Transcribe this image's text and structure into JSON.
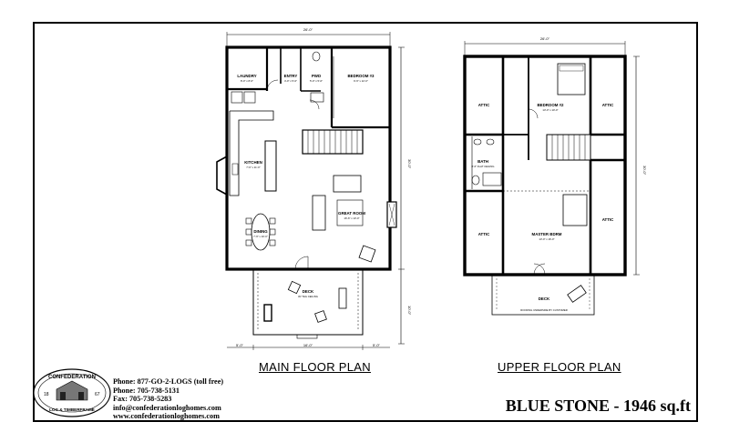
{
  "main_plan": {
    "title": "MAIN FLOOR PLAN",
    "rooms": {
      "laundry": {
        "name": "LAUNDRY",
        "size": "8'-0\" x 8'-0\""
      },
      "entry": {
        "name": "ENTRY",
        "size": "4'-0\" x 5'-0\""
      },
      "pwd": {
        "name": "PWD",
        "size": "5'-0\" x 5'-0\""
      },
      "bedroom3": {
        "name": "BEDROOM #3",
        "size": "9'-6\" x 12'-0\""
      },
      "kitchen": {
        "name": "KITCHEN",
        "size": "7'-6\" x 11'-0\""
      },
      "dining": {
        "name": "DINING",
        "size": "7'-6\" x 10'-0\""
      },
      "great_room": {
        "name": "GREAT ROOM",
        "size": "16'-6\" x 13'-0\""
      },
      "deck": {
        "name": "DECK",
        "note": "W/ T&G CEILING"
      }
    },
    "dims": {
      "top": "26'-0\"",
      "right": "30'-0\"",
      "deck_right": "10'-0\"",
      "bottom_left": "5'-0\"",
      "bottom_mid": "16'-0\"",
      "bottom_right": "5'-0\""
    }
  },
  "upper_plan": {
    "title": "UPPER FLOOR PLAN",
    "rooms": {
      "attic_tl": "ATTIC",
      "attic_tr": "ATTIC",
      "attic_bl": "ATTIC",
      "attic_br": "ATTIC",
      "bedroom2": {
        "name": "BEDROOM #2",
        "size": "13'-0\" x 10'-0\""
      },
      "bath": {
        "name": "BATH",
        "note": "8'-0\" FLAT CEILING"
      },
      "master": {
        "name": "MASTER BDRM",
        "size": "13'-0\" x 16'-0\""
      },
      "deck": {
        "name": "DECK",
        "note": "ROOFING UNDERSIDE BY CUSTOMER"
      }
    },
    "dims": {
      "top": "26'-0\"",
      "right": "30'-0\""
    }
  },
  "logo": {
    "text_top": "CONFEDERATION",
    "text_bottom": "LOG & TIMBERFRAME",
    "year_left": "18",
    "year_right": "67"
  },
  "contact": {
    "line1": "Phone: 877-GO-2-LOGS (toll free)",
    "line2": "Phone: 705-738-5131",
    "line3": "Fax: 705-738-5283",
    "line4": "info@confederationloghomes.com",
    "line5": "www.confederationloghomes.com"
  },
  "title": "BLUE STONE - 1946 sq.ft"
}
